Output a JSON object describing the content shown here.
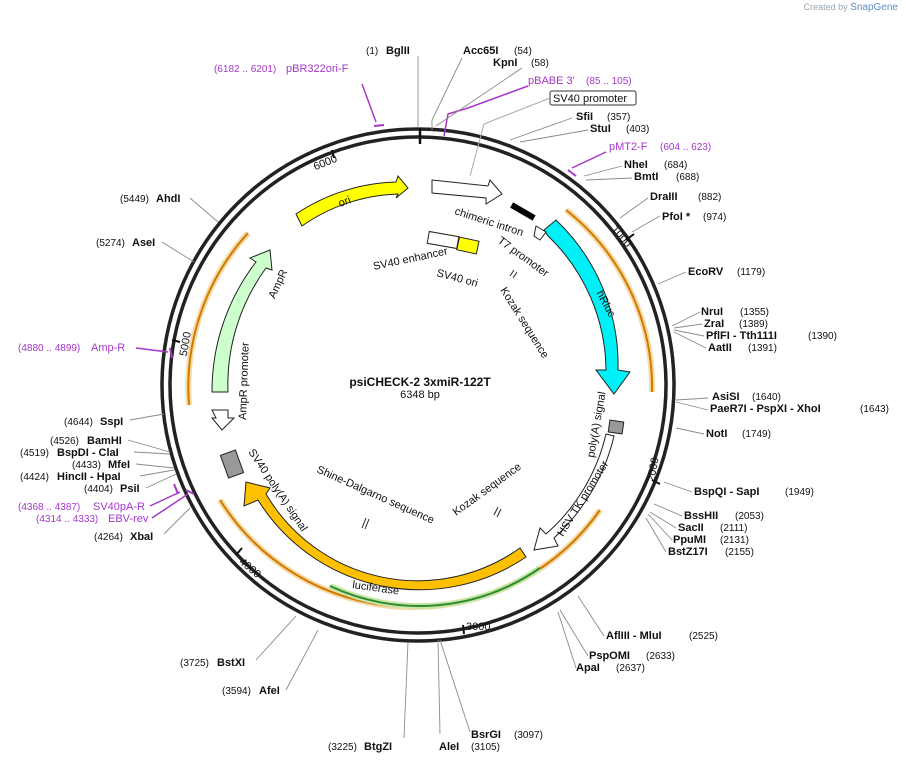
{
  "credit": {
    "prefix": "Created by",
    "brand": "SnapGene"
  },
  "plasmid": {
    "name": "psiCHECK-2 3xmiR-122T",
    "size_label": "6348 bp"
  },
  "ticks": [
    "1000",
    "2000",
    "3000",
    "4000",
    "5000",
    "6000"
  ],
  "enzymes": [
    {
      "pos": "(1)",
      "name": "BglII"
    },
    {
      "pos": "(54)",
      "name": "Acc65I"
    },
    {
      "pos": "(58)",
      "name": "KpnI"
    },
    {
      "pos": "(357)",
      "name": "SfiI"
    },
    {
      "pos": "(403)",
      "name": "StuI"
    },
    {
      "pos": "(684)",
      "name": "NheI"
    },
    {
      "pos": "(688)",
      "name": "BmtI"
    },
    {
      "pos": "(882)",
      "name": "DraIII"
    },
    {
      "pos": "(974)",
      "name": "PfoI *"
    },
    {
      "pos": "(1179)",
      "name": "EcoRV"
    },
    {
      "pos": "(1355)",
      "name": "NruI"
    },
    {
      "pos": "(1389)",
      "name": "ZraI"
    },
    {
      "pos": "(1390)",
      "name": "PflFI - Tth111I"
    },
    {
      "pos": "(1391)",
      "name": "AatII"
    },
    {
      "pos": "(1640)",
      "name": "AsiSI"
    },
    {
      "pos": "(1643)",
      "name": "PaeR7I - PspXI - XhoI"
    },
    {
      "pos": "(1749)",
      "name": "NotI"
    },
    {
      "pos": "(1949)",
      "name": "BspQI - SapI"
    },
    {
      "pos": "(2053)",
      "name": "BssHII"
    },
    {
      "pos": "(2111)",
      "name": "SacII"
    },
    {
      "pos": "(2131)",
      "name": "PpuMI"
    },
    {
      "pos": "(2155)",
      "name": "BstZ17I"
    },
    {
      "pos": "(2525)",
      "name": "AflIII - MluI"
    },
    {
      "pos": "(2633)",
      "name": "PspOMI"
    },
    {
      "pos": "(2637)",
      "name": "ApaI"
    },
    {
      "pos": "(3097)",
      "name": "BsrGI"
    },
    {
      "pos": "(3105)",
      "name": "AleI"
    },
    {
      "pos": "(3225)",
      "name": "BtgZI"
    },
    {
      "pos": "(3594)",
      "name": "AfeI"
    },
    {
      "pos": "(3725)",
      "name": "BstXI"
    },
    {
      "pos": "(4264)",
      "name": "XbaI"
    },
    {
      "pos": "(4404)",
      "name": "PsiI"
    },
    {
      "pos": "(4424)",
      "name": "HincII - HpaI"
    },
    {
      "pos": "(4433)",
      "name": "MfeI"
    },
    {
      "pos": "(4519)",
      "name": "BspDI - ClaI"
    },
    {
      "pos": "(4526)",
      "name": "BamHI"
    },
    {
      "pos": "(4644)",
      "name": "SspI"
    },
    {
      "pos": "(5274)",
      "name": "AseI"
    },
    {
      "pos": "(5449)",
      "name": "AhdI"
    }
  ],
  "primers": [
    {
      "range": "(6182 .. 6201)",
      "name": "pBR322ori-F"
    },
    {
      "range": "(85 .. 105)",
      "name": "pBABE 3'"
    },
    {
      "range": "(604 .. 623)",
      "name": "pMT2-F"
    },
    {
      "range": "(4880 .. 4899)",
      "name": "Amp-R"
    },
    {
      "range": "(4368 .. 4387)",
      "name": "SV40pA-R"
    },
    {
      "range": "(4314 .. 4333)",
      "name": "EBV-rev"
    }
  ],
  "features": {
    "sv40_promoter": "SV40 promoter",
    "chimeric_intron": "chimeric intron",
    "t7_promoter": "T7 promoter",
    "kozak1": "Kozak sequence",
    "hrluc": "hRluc",
    "polya": "poly(A) signal",
    "hsv_tk": "HSV TK promoter",
    "kozak2": "Kozak sequence",
    "shine": "Shine-Dalgarno sequence",
    "luciferase": "luciferase",
    "sv40_polya": "SV40 poly(A) signal",
    "ampr_promoter": "AmpR promoter",
    "ampr": "AmpR",
    "ori": "ori",
    "sv40_enhancer": "SV40 enhancer",
    "sv40_ori": "SV40 ori"
  },
  "colors": {
    "hrluc": "#00f0f8",
    "luciferase": "#ffc000",
    "ori": "#ffff00",
    "ampr": "#ccffcc",
    "primer": "#a637c9",
    "orange_ring": "#e8a020"
  }
}
